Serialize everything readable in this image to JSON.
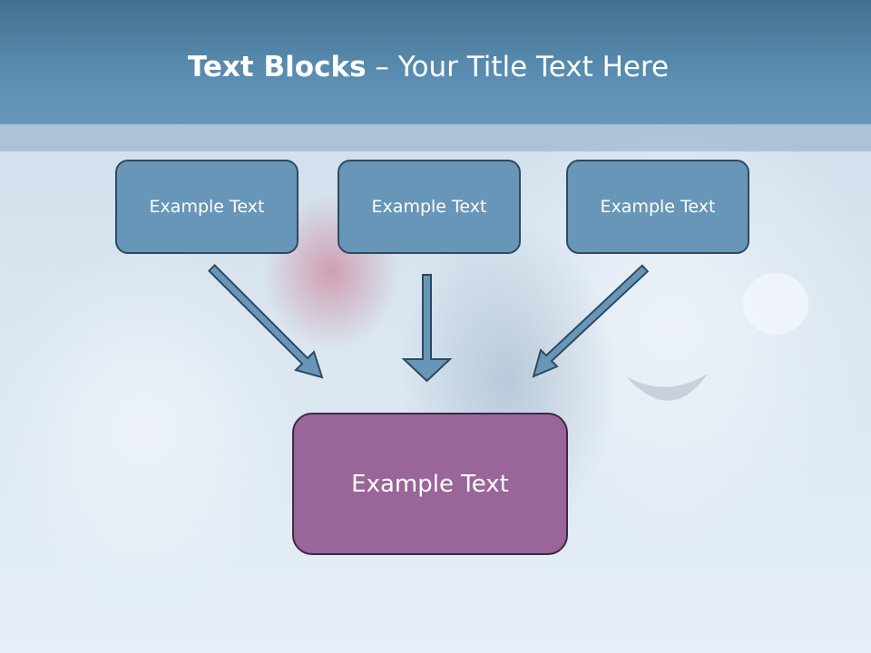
{
  "slide": {
    "title_bold": "Text Blocks",
    "title_dash": " – ",
    "title_rest": "Your Title Text Here",
    "top_boxes": [
      {
        "label": "Example Text"
      },
      {
        "label": "Example Text"
      },
      {
        "label": "Example Text"
      }
    ],
    "bottom_box": {
      "label": "Example Text"
    }
  },
  "colors": {
    "title_bar": "#5a8db1",
    "top_box_fill": "#6796b8",
    "bottom_box_fill": "#9a6599",
    "arrow_fill": "#6796b8",
    "outline": "#2f4a5f"
  }
}
